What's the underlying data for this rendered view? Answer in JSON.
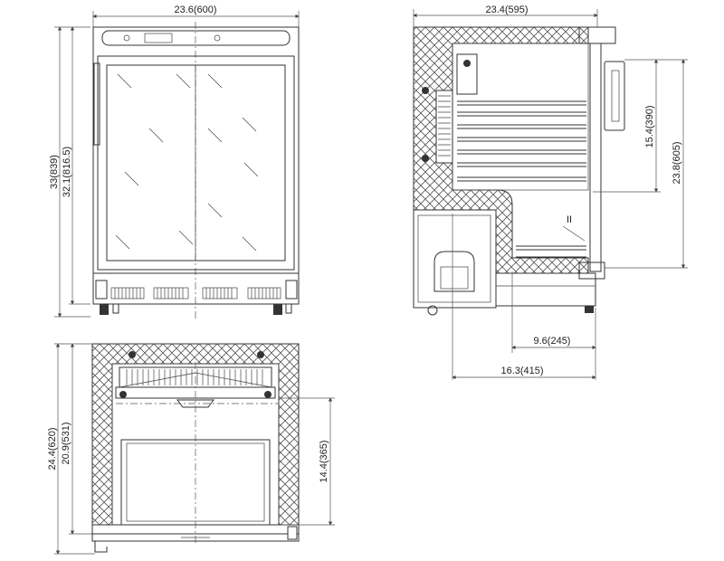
{
  "diagram": {
    "front_view": {
      "width_label": "23.6(600)",
      "total_height_label": "33(839)",
      "cabinet_height_label": "32.1(816.5)"
    },
    "side_view": {
      "depth_label": "23.4(595)",
      "interior_height_label": "15.4(390)",
      "door_height_label": "23.8(605)",
      "section_marker": "II",
      "depth_b_label": "9.6(245)",
      "depth_c_label": "16.3(415)"
    },
    "top_view": {
      "total_depth_label": "24.4(620)",
      "body_depth_label": "20.9(531)",
      "interior_depth_label": "14.4(365)"
    }
  },
  "colors": {
    "line": "#333333",
    "text": "#222222",
    "background": "#ffffff"
  }
}
